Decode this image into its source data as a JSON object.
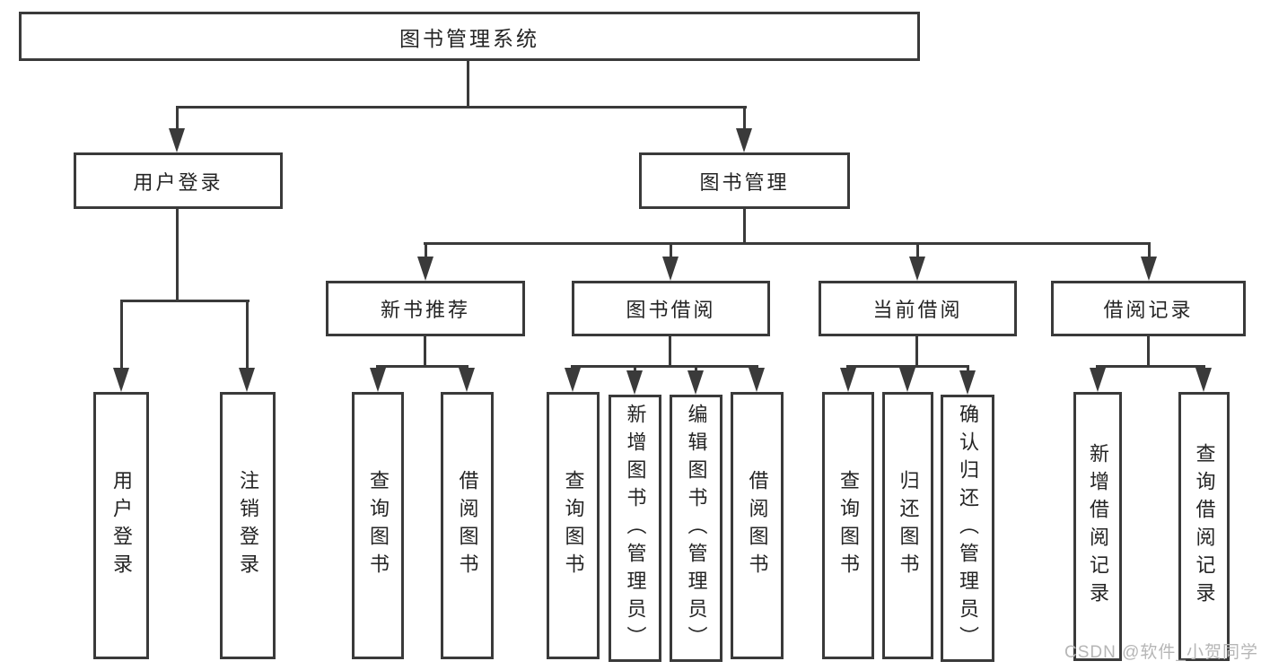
{
  "diagram_title": "图书管理系统",
  "nodes": {
    "root": {
      "label": "图书管理系统"
    },
    "user_login": {
      "label": "用户登录"
    },
    "book_mgmt": {
      "label": "图书管理"
    },
    "user_login_sub": {
      "label": "用户登录"
    },
    "logout": {
      "label": "注销登录"
    },
    "new_book_rec": {
      "label": "新书推荐"
    },
    "book_borrow": {
      "label": "图书借阅"
    },
    "current_borrow": {
      "label": "当前借阅"
    },
    "borrow_records": {
      "label": "借阅记录"
    },
    "nbr_query_books": {
      "label": "查询图书"
    },
    "nbr_borrow_books": {
      "label": "借阅图书"
    },
    "bb_query_books": {
      "label": "查询图书"
    },
    "bb_add_books": {
      "label": "新增图书（管理员）"
    },
    "bb_edit_books": {
      "label": "编辑图书（管理员）"
    },
    "bb_borrow_books": {
      "label": "借阅图书"
    },
    "cb_query_books": {
      "label": "查询图书"
    },
    "cb_return_books": {
      "label": "归还图书"
    },
    "cb_confirm_return": {
      "label": "确认归还（管理员）"
    },
    "br_add_record": {
      "label": "新增借阅记录"
    },
    "br_query_record": {
      "label": "查询借阅记录"
    }
  },
  "hierarchy": {
    "图书管理系统": {
      "用户登录": [
        "用户登录",
        "注销登录"
      ],
      "图书管理": {
        "新书推荐": [
          "查询图书",
          "借阅图书"
        ],
        "图书借阅": [
          "查询图书",
          "新增图书（管理员）",
          "编辑图书（管理员）",
          "借阅图书"
        ],
        "当前借阅": [
          "查询图书",
          "归还图书",
          "确认归还（管理员）"
        ],
        "借阅记录": [
          "新增借阅记录",
          "查询借阅记录"
        ]
      }
    }
  },
  "watermark": {
    "text": "CSDN @软件_小贺同学",
    "color": "#b6b6b6"
  },
  "colors": {
    "border": "#3a3a3a",
    "line": "#3a3a3a",
    "text": "#242424",
    "background": "#ffffff"
  }
}
